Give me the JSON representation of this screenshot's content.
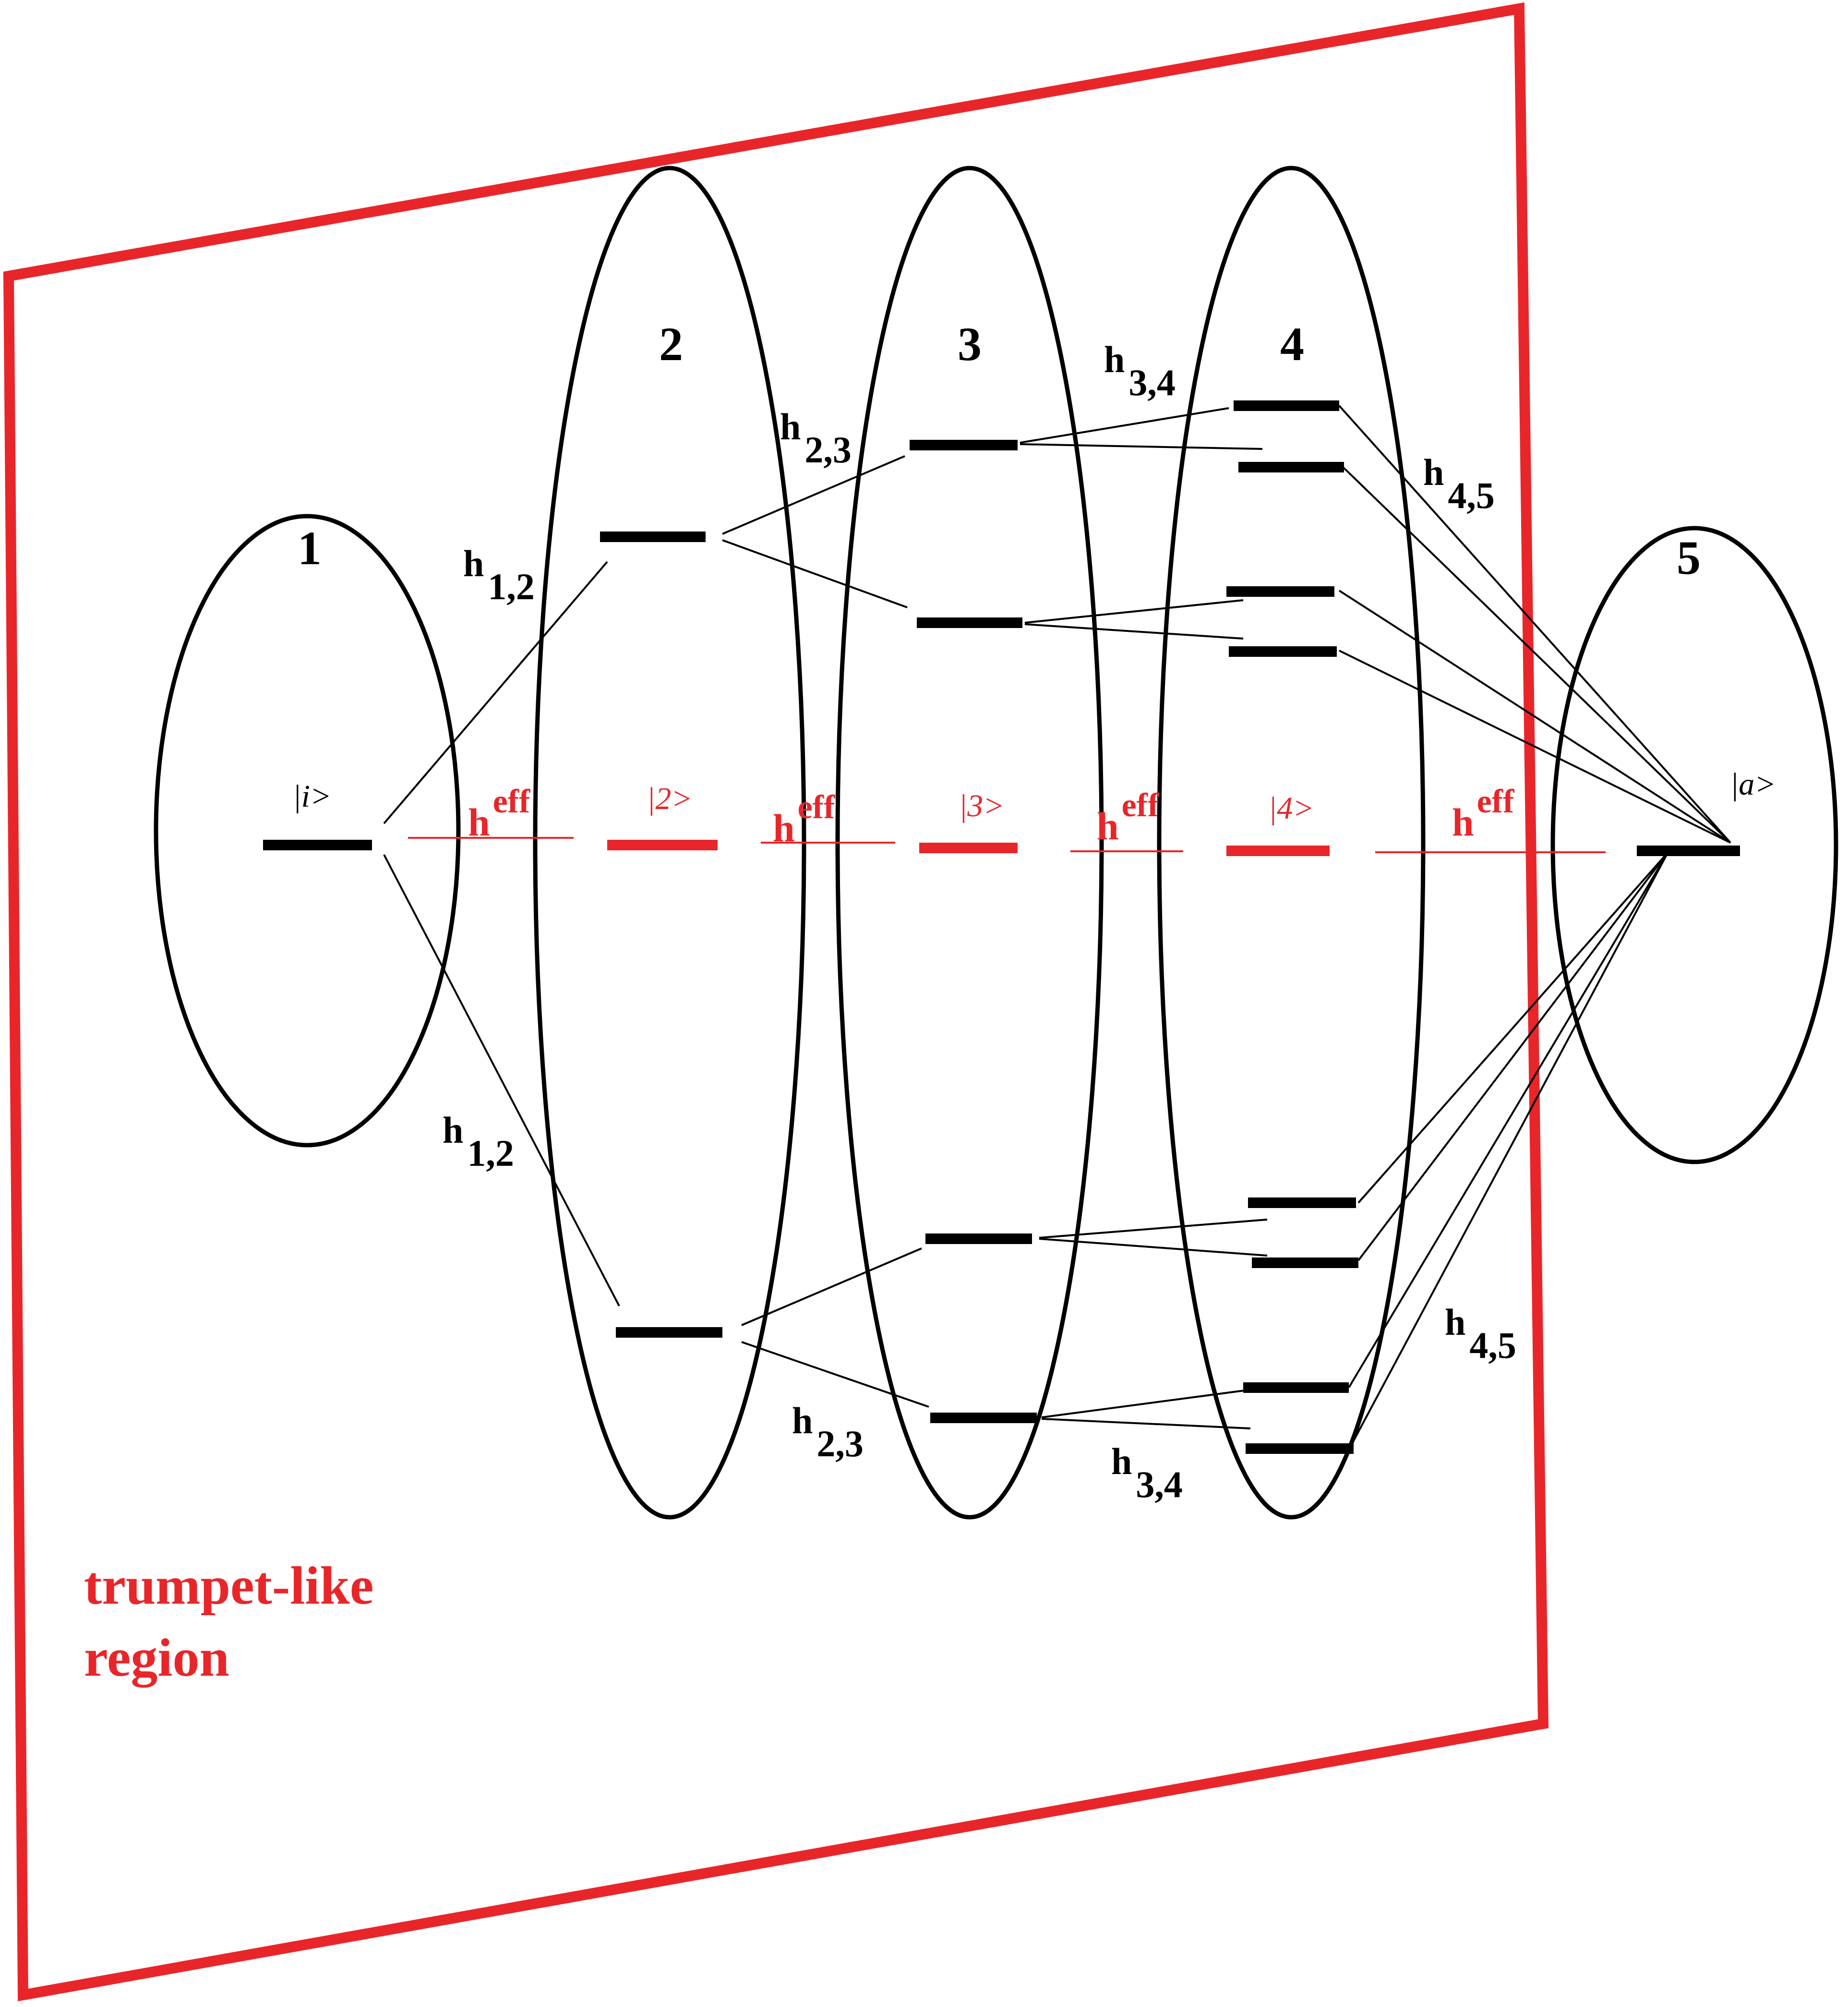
{
  "colors": {
    "ink": "#000000",
    "accent": "#e8262a"
  },
  "clusters": [
    {
      "label": "1",
      "state": "|i>"
    },
    {
      "label": "2",
      "state": "|2>"
    },
    {
      "label": "3",
      "state": "|3>"
    },
    {
      "label": "4",
      "state": "|4>"
    },
    {
      "label": "5",
      "state": "|a>"
    }
  ],
  "couplings": {
    "h12": {
      "base": "h",
      "sub": "1,2"
    },
    "h23": {
      "base": "h",
      "sub": "2,3"
    },
    "h34": {
      "base": "h",
      "sub": "3,4"
    },
    "h45": {
      "base": "h",
      "sub": "4,5"
    },
    "heff": {
      "base": "h",
      "sup": "eff"
    }
  },
  "region_label": {
    "line1": "trumpet-like",
    "line2": "region"
  }
}
